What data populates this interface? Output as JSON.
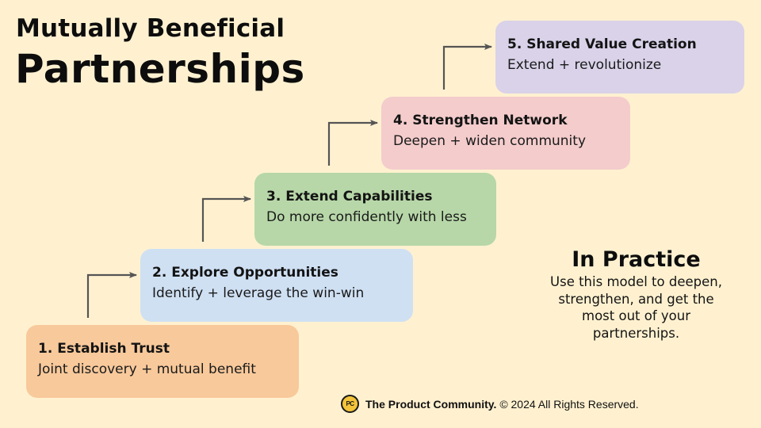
{
  "header": {
    "title_line1": "Mutually Beneficial",
    "title_line2": "Partnerships"
  },
  "steps": [
    {
      "number": 1,
      "title": "1. Establish Trust",
      "subtitle": "Joint discovery + mutual benefit",
      "color": "#f8c99b"
    },
    {
      "number": 2,
      "title": "2. Explore Opportunities",
      "subtitle": "Identify + leverage the win-win",
      "color": "#cfe0f3"
    },
    {
      "number": 3,
      "title": "3. Extend Capabilities",
      "subtitle": "Do more confidently with less",
      "color": "#b7d7a8"
    },
    {
      "number": 4,
      "title": "4. Strengthen Network",
      "subtitle": "Deepen + widen community",
      "color": "#f4cccc"
    },
    {
      "number": 5,
      "title": "5. Shared Value Creation",
      "subtitle": "Extend + revolutionize",
      "color": "#d9d2e9"
    }
  ],
  "practice": {
    "heading": "In Practice",
    "body": "Use this model to deepen, strengthen, and get the most out of your partnerships."
  },
  "footer": {
    "logo_text": "PC",
    "brand": "The Product Community.",
    "copyright": "© 2024 All Rights Reserved."
  },
  "colors": {
    "background": "#fff1d0",
    "arrow": "#555555"
  }
}
